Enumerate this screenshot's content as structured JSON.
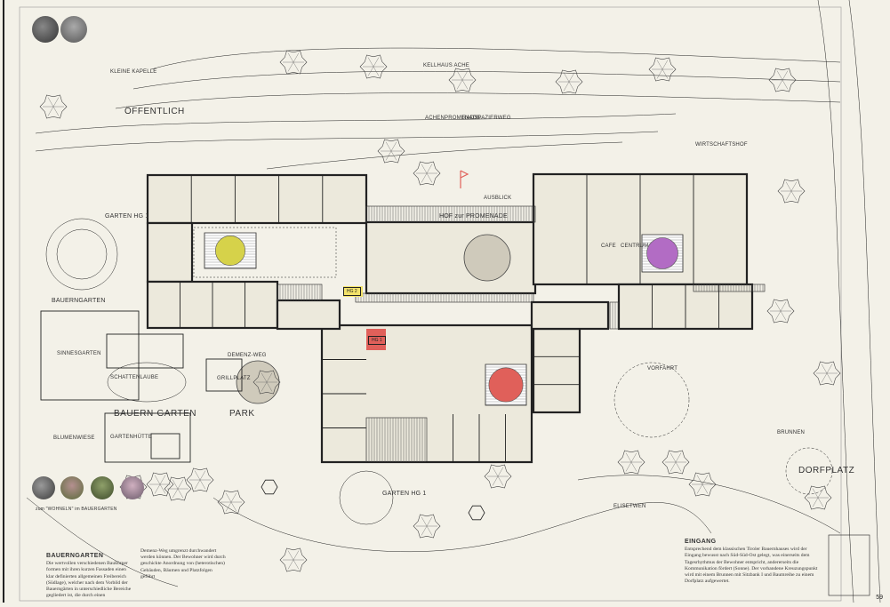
{
  "labels": {
    "oeffentlich": "ÖFFENTLICH",
    "hof_promenade": "HOF zur PROMENADE",
    "garten_hg1_top": "GARTEN HG 1",
    "garten_hg1_bottom": "GARTEN HG 1",
    "bauerngarten_title": "BAUERNGARTEN",
    "bauern_garten": "BAUERN-GARTEN",
    "park": "PARK",
    "dorfplatz": "DORFPLATZ",
    "cafe": "CAFE",
    "centrum": "CENTRUM",
    "eingang": "EINGANG",
    "ache_promenade": "ACHENPROMENADE",
    "radweg": "RADSPAZIERWEG",
    "kleine_kapelle": "KLEINE KAPELLE",
    "demenz_weg": "DEMENZ-WEG",
    "grillplatz": "GRILLPLATZ",
    "schattenlaube": "SCHATTENLAUBE",
    "gartenhuette": "GARTENHÜTTE",
    "blumenwiese": "BLUMENWIESE",
    "sinnesgarten": "SINNESGARTEN",
    "brunnen": "BRUNNEN",
    "vorfahrt": "VORFAHRT",
    "elisetwen": "ELISETWEN",
    "wirtschaftshof": "WIRTSCHAFTSHOF",
    "ausblick": "AUSBLICK",
    "kellhaus_ache": "KELLHAUS ACHE"
  },
  "tags": {
    "hg2": "HG 2",
    "hg1": "HG 1"
  },
  "text": {
    "bauerngarten_head": "BAUERNGARTEN",
    "bauerngarten_body": "Die wertvollen verschiedenen Baukörper formen mit ihren kurzen Fassaden einen klar definierten allgemeinen Freibereich (Südlage), welcher nach dem Vorbild der Bauerngärten in unterschiedliche Bereiche gegliedert ist, die durch einen",
    "demenz_body": "Demenz-Weg umgrenzt durchwandert werden können. Der Bewohner wird durch geschickte Anordnung von (heterotischen) Gebäuden, Bäumen und Platzfolgen geführt",
    "eingang_head": "EINGANG",
    "eingang_body": "Entsprechend dem klassischen Tiroler Bauernhauses wird der Eingang bewusst nach Süd-Süd-Ost gelegt, was einerseits dem Tagesrhythmus der Bewohner entspricht, andererseits die Kommunikation fördert (Sonne). Der vorhandene Kreuzungspunkt wird mit einem Brunnen mit Sitzbank I und Baumreihe zu einem Dorfplatz aufgewertet.",
    "photo_caption": "zum \"WOHNELN\" im BAUERGARTEN",
    "page_number": "59"
  },
  "colors": {
    "paper": "#f3f1e8",
    "line": "#222222",
    "tree_yellow": "#d6d24a",
    "tree_purple": "#b26cc4",
    "tree_red": "#e0605a",
    "hg2_fill": "#f2e26a",
    "hg1_fill": "#e0605a",
    "room_fill": "#ece9dc"
  }
}
